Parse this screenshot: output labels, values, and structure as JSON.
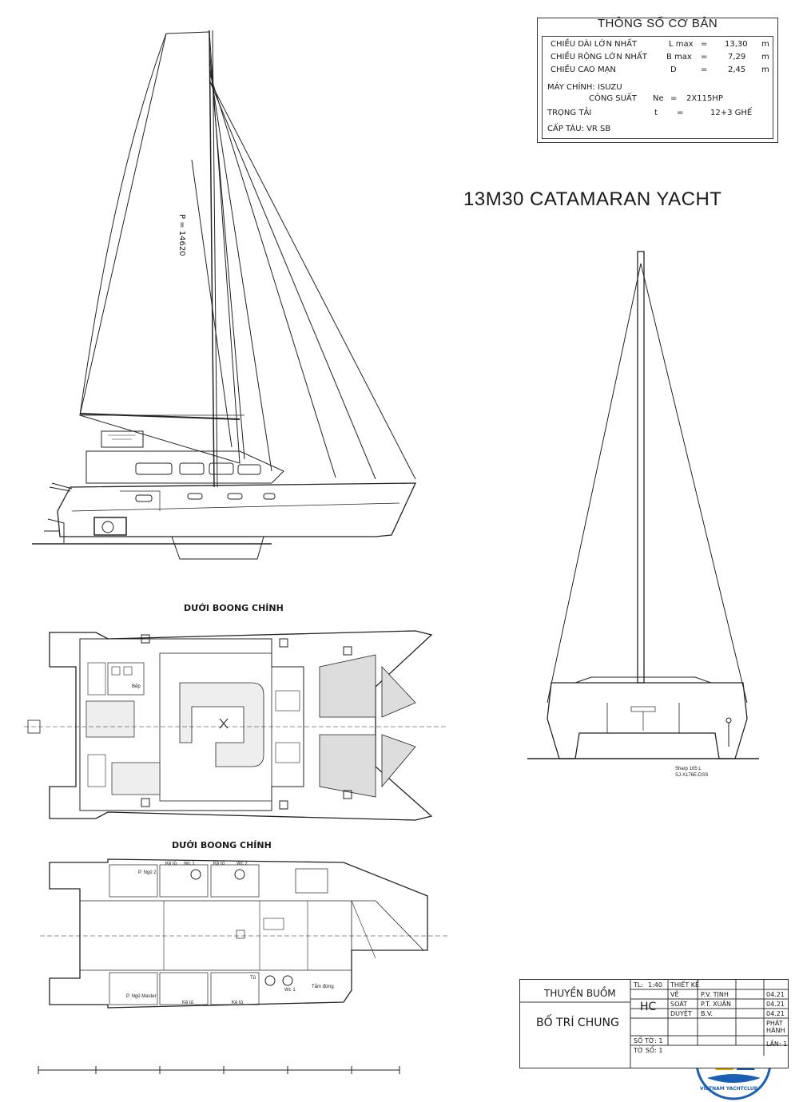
{
  "specs": {
    "title": "THÔNG SỐ CƠ BẢN",
    "rows": [
      {
        "label": "CHIỀU DÀI LỚN NHẤT",
        "symbol": "L max",
        "eq": "=",
        "value": "13,30",
        "unit": "m"
      },
      {
        "label": "CHIỀU RỘNG LỚN NHẤT",
        "symbol": "B max",
        "eq": "=",
        "value": "7,29",
        "unit": "m"
      },
      {
        "label": "CHIỀU CAO MẠN",
        "symbol": "D",
        "eq": "=",
        "value": "2,45",
        "unit": "m"
      }
    ],
    "engine_label": "MÁY CHÍNH: ISUZU",
    "power_label": "CÔNG SUẤT",
    "power_symbol": "Ne",
    "power_eq": "=",
    "power_value": "2X115HP",
    "load_label": "TRỌNG TẢI",
    "load_symbol": "t",
    "load_eq": "=",
    "load_value": "12+3 GHẾ",
    "class_label": "CẤP TÀU: VR SB"
  },
  "main_title": "13M30 CATAMARAN YACHT",
  "profile": {
    "sail_label": "P = 14620"
  },
  "front_view": {
    "note_line1": "Sharp 165 L",
    "note_line2": "SJ-X176E-DSS"
  },
  "deck_plan": {
    "label": "DƯỚI BOONG CHÍNH",
    "room_labels": [
      "Bếp"
    ]
  },
  "lower_plan": {
    "label": "DƯỚI BOONG CHÍNH",
    "room_labels": [
      "P. Ngủ 2",
      "Kệ tủ",
      "Wc 1",
      "Wc 2",
      "Kệ tủ",
      "P. Ngủ Master",
      "Kệ tủ",
      "Kệ tủ",
      "Tủ",
      "Wc 1",
      "Tắm đứng"
    ]
  },
  "title_block": {
    "project": "THUYỀN BUỒM",
    "drawing": "BỐ TRÍ CHUNG",
    "scale_label": "TL:",
    "scale_value": "1:40",
    "company": "HC",
    "design_label": "THIẾT KẾ",
    "draw_label": "VẼ",
    "check_label": "SOÁT",
    "approve_label": "DUYỆT",
    "drawer": "P.V. TỊNH",
    "checker": "P.T. XUÂN",
    "approver": "B.V.",
    "date1": "04.21",
    "date2": "04.21",
    "date3": "04.21",
    "issue_label": "PHÁT HÀNH",
    "sheet_label": "SỐ TỜ: 1",
    "sheet_no": "TỜ SỐ: 1",
    "revision": "LẦN: 1"
  },
  "logo": {
    "text": "VIETNAM YACHTCLUB"
  },
  "colors": {
    "line": "#222222",
    "light": "#555555",
    "logo_blue": "#1a5fb4",
    "logo_gold": "#e0a800"
  }
}
